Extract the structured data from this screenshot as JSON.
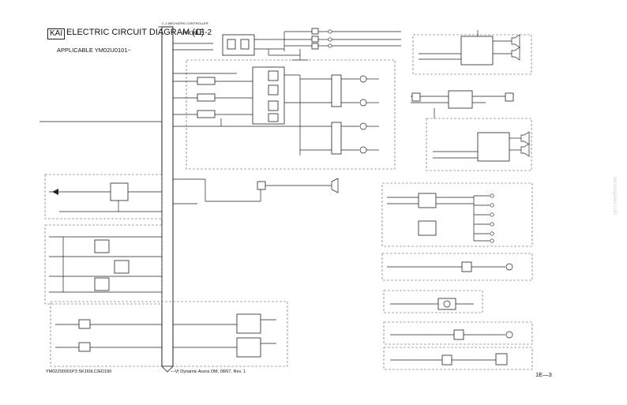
{
  "header": {
    "tag": "KAI",
    "title": "ELECTRIC CIRCUIT DIAGRAM (C)",
    "applicable": "APPLICABLE YM02U0101~",
    "from_label": "FROM",
    "from_code": "1E-2",
    "controller": "C-1 MECHATRO CONTROLLER"
  },
  "footer": {
    "doc_code": "YM02Z00001P3 SK160LC/ED190",
    "description": "—VI Dynamic Acera OM, 08/07, Rev. 1",
    "page": "1E—3"
  },
  "side_mark": "servicegeeks.com"
}
